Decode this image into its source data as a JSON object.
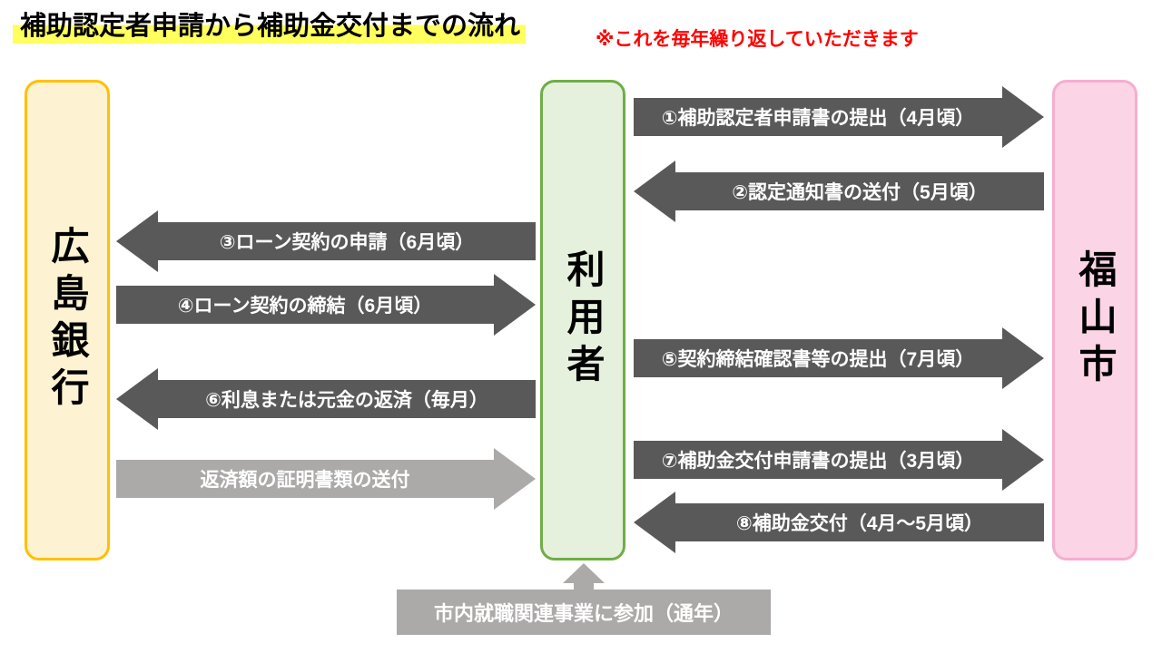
{
  "title": "補助認定者申請から補助金交付までの流れ",
  "note": "※これを毎年繰り返していただきます",
  "entities": {
    "bank": {
      "label": "広島銀行",
      "fill": "#FDF3D2",
      "border": "#FFC000"
    },
    "user": {
      "label": "利用者",
      "fill": "#E5F1DC",
      "border": "#6FAD47"
    },
    "city": {
      "label": "福山市",
      "fill": "#FBD4E6",
      "border": "#F5AECF"
    }
  },
  "colors": {
    "dark_arrow": "#595959",
    "light_arrow": "#ACA9A9",
    "arrow_text": "#FFFFFF",
    "title_highlight": "#FFFF5E",
    "note_red": "#FF0000"
  },
  "arrows": [
    {
      "label": "①補助認定者申請書の提出（4月頃）",
      "from": "利用者",
      "to": "福山市",
      "direction": "right",
      "tone": "dark"
    },
    {
      "label": "②認定通知書の送付（5月頃）",
      "from": "福山市",
      "to": "利用者",
      "direction": "left",
      "tone": "dark"
    },
    {
      "label": "③ローン契約の申請（6月頃）",
      "from": "利用者",
      "to": "広島銀行",
      "direction": "left",
      "tone": "dark"
    },
    {
      "label": "④ローン契約の締結（6月頃）",
      "from": "広島銀行",
      "to": "利用者",
      "direction": "right",
      "tone": "dark"
    },
    {
      "label": "⑤契約締結確認書等の提出（7月頃）",
      "from": "利用者",
      "to": "福山市",
      "direction": "right",
      "tone": "dark"
    },
    {
      "label": "⑥利息または元金の返済（毎月）",
      "from": "利用者",
      "to": "広島銀行",
      "direction": "left",
      "tone": "dark"
    },
    {
      "label": "返済額の証明書類の送付",
      "from": "広島銀行",
      "to": "利用者",
      "direction": "right",
      "tone": "light"
    },
    {
      "label": "⑦補助金交付申請書の提出（3月頃）",
      "from": "利用者",
      "to": "福山市",
      "direction": "right",
      "tone": "dark"
    },
    {
      "label": "⑧補助金交付（4月～5月頃）",
      "from": "福山市",
      "to": "利用者",
      "direction": "left",
      "tone": "dark"
    }
  ],
  "bottom": {
    "label": "市内就職関連事業に参加（通年）",
    "target": "利用者",
    "direction": "up",
    "tone": "light"
  }
}
